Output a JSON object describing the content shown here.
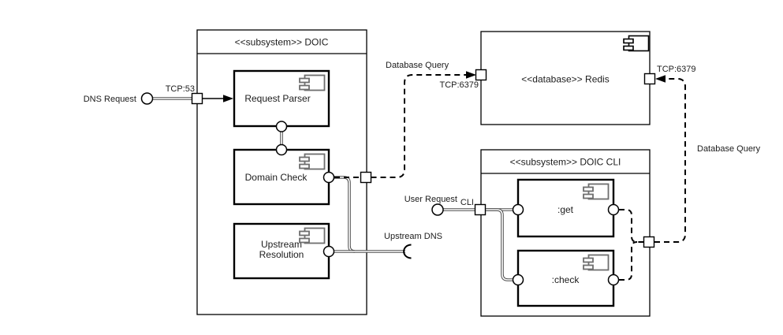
{
  "diagram": {
    "type": "uml-component-diagram",
    "nodes": {
      "doic": {
        "title": "<<subsystem>> DOIC"
      },
      "request_parser": {
        "label": "Request Parser"
      },
      "domain_check": {
        "label": "Domain Check"
      },
      "upstream_resolution": {
        "label_line1": "Upstream",
        "label_line2": "Resolution"
      },
      "redis": {
        "title": "<<database>> Redis"
      },
      "doic_cli": {
        "title": "<<subsystem>> DOIC CLI"
      },
      "get": {
        "label": ":get"
      },
      "check": {
        "label": ":check"
      }
    },
    "labels": {
      "dns_request": "DNS Request",
      "tcp53": "TCP:53",
      "database_query_left": "Database Query",
      "tcp6379_left": "TCP:6379",
      "tcp6379_right": "TCP:6379",
      "database_query_right": "Database Query",
      "upstream_dns": "Upstream DNS",
      "user_request": "User Request",
      "cli": "CLI"
    },
    "colors": {
      "line": "#000000",
      "link_edge": "#4d4d4d",
      "icon_gray": "#6e6e6e",
      "background": "#ffffff"
    }
  }
}
